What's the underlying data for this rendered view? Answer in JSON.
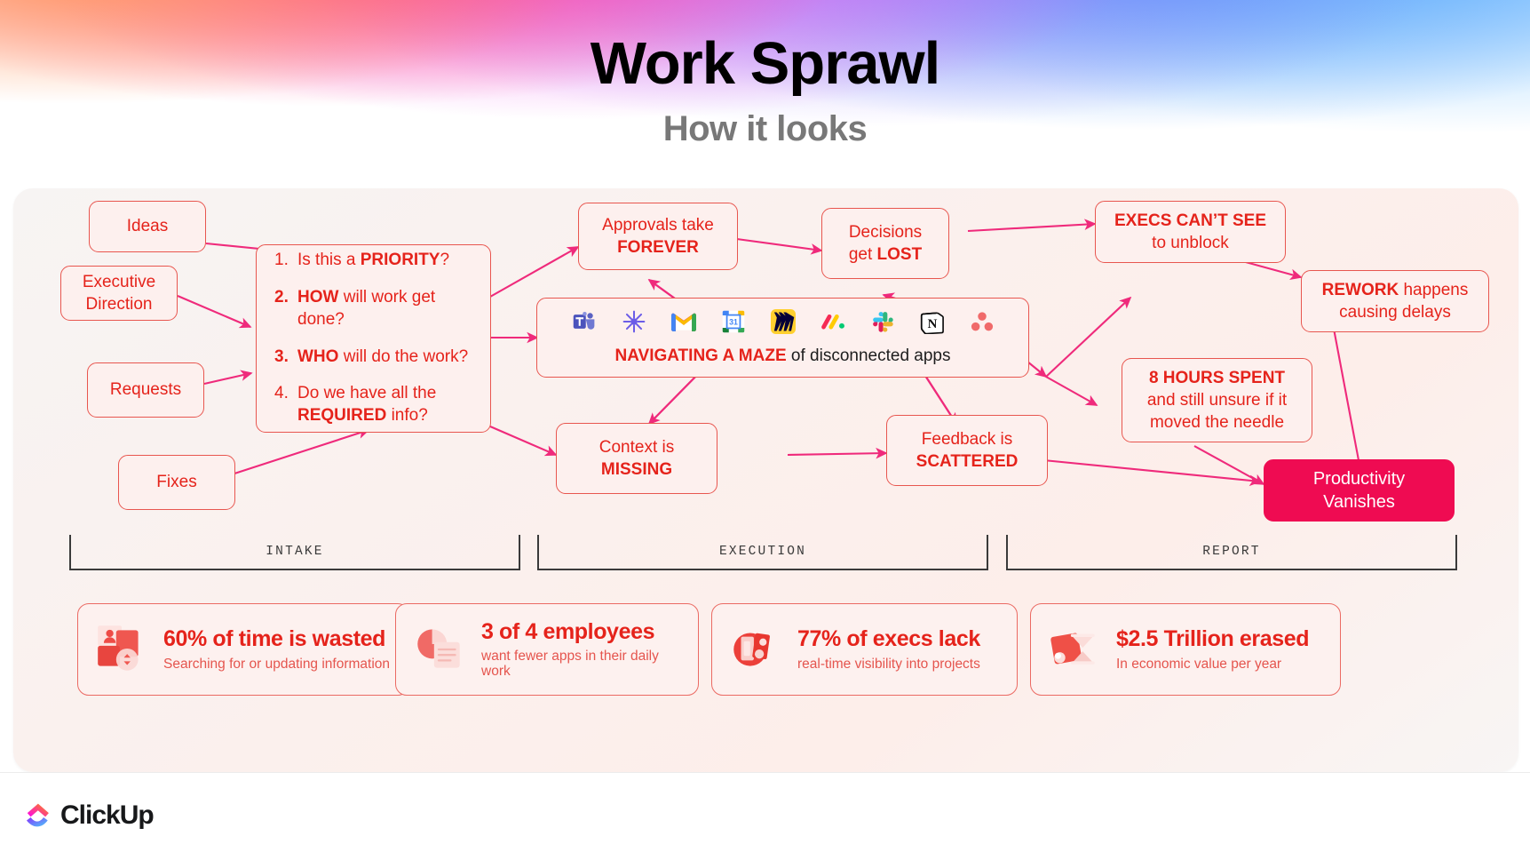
{
  "header": {
    "title": "Work Sprawl",
    "subtitle": "How it looks"
  },
  "colors": {
    "box_border": "#e8564f",
    "box_fill": "#fdf0ee",
    "text_red": "#e5231b",
    "arrow_pink": "#ef2a7b",
    "solid_fill": "#ef0b52",
    "divider": "#3a3a3a"
  },
  "flow": {
    "intake_sources": [
      {
        "id": "ideas",
        "label": "Ideas"
      },
      {
        "id": "executive-direction",
        "label": "Executive\nDirection"
      },
      {
        "id": "requests",
        "label": "Requests"
      },
      {
        "id": "fixes",
        "label": "Fixes"
      }
    ],
    "questions_box": {
      "items": [
        {
          "num": "1.",
          "pre": "Is this a ",
          "strong": "PRIORITY",
          "post": "?"
        },
        {
          "num": "2.",
          "pre": "",
          "strong": "HOW",
          "post": " will work get done?"
        },
        {
          "num": "3.",
          "pre": "",
          "strong": "WHO",
          "post": " will do the work?"
        },
        {
          "num": "4.",
          "pre": "Do we have all the ",
          "strong": "REQUIRED",
          "post": " info?"
        }
      ]
    },
    "maze_box": {
      "caption_strong": "NAVIGATING A MAZE",
      "caption_rest": " of disconnected apps",
      "apps": [
        "microsoft-teams-icon",
        "loom-icon",
        "gmail-icon",
        "google-calendar-icon",
        "miro-icon",
        "monday-icon",
        "slack-icon",
        "notion-icon",
        "asana-icon"
      ]
    },
    "execution_boxes": [
      {
        "id": "approvals",
        "line1": "Approvals take",
        "line2": "FOREVER"
      },
      {
        "id": "decisions",
        "line1": "Decisions",
        "pre2": "get ",
        "line2": "LOST"
      },
      {
        "id": "context",
        "line1": "Context is",
        "line2": "MISSING"
      },
      {
        "id": "feedback",
        "line1": "Feedback is",
        "line2": "SCATTERED"
      }
    ],
    "report_boxes": [
      {
        "id": "execs-cant-see",
        "line1": "EXECS CAN’T SEE",
        "line2": "to unblock"
      },
      {
        "id": "rework",
        "strong1": "REWORK",
        "rest1": " happens",
        "line2": "causing delays"
      },
      {
        "id": "hours-spent",
        "line1": "8 HOURS SPENT",
        "line2": "and still unsure if it",
        "line3": "moved the needle"
      },
      {
        "id": "productivity-vanishes",
        "line1": "Productivity",
        "line2": "Vanishes"
      }
    ],
    "phase_labels": [
      {
        "id": "intake",
        "label": "INTAKE"
      },
      {
        "id": "execution",
        "label": "EXECUTION"
      },
      {
        "id": "report",
        "label": "REPORT"
      }
    ]
  },
  "stats": [
    {
      "id": "time-wasted",
      "icon": "person-card-icon",
      "headline": "60% of time is wasted",
      "sub": "Searching for or updating information"
    },
    {
      "id": "fewer-apps",
      "icon": "pie-chart-icon",
      "headline": "3 of 4 employees",
      "sub": "want fewer apps in their daily work"
    },
    {
      "id": "exec-visibility",
      "icon": "globe-dashboard-icon",
      "headline": "77% of execs lack",
      "sub": "real-time visibility into projects"
    },
    {
      "id": "economic-value",
      "icon": "hourglass-icon",
      "headline": "$2.5 Trillion erased",
      "sub": "In economic value per year"
    }
  ],
  "footer": {
    "brand": "ClickUp"
  }
}
